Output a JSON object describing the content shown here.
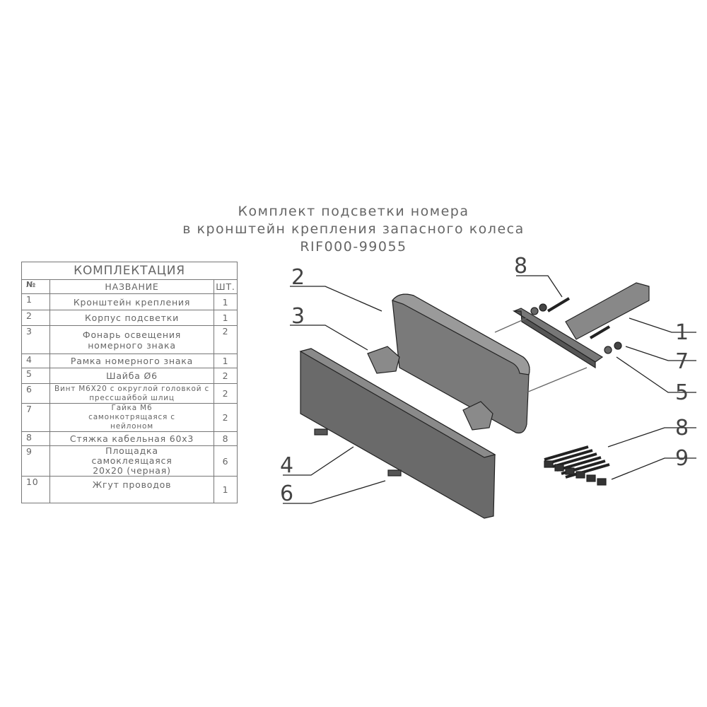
{
  "title": {
    "line1": "Комплект подсветки номера",
    "line2": "в кронштейн крепления запасного колеса",
    "code": "RIF000-99055"
  },
  "table": {
    "caption": "КОМПЛЕКТАЦИЯ",
    "headers": {
      "num": "№",
      "name": "НАЗВАНИЕ",
      "qty": "ШТ."
    },
    "rows": [
      {
        "num": "1",
        "name": "Кронштейн крепления",
        "qty": "1"
      },
      {
        "num": "2",
        "name": "Корпус подсветки",
        "qty": "1"
      },
      {
        "num": "3",
        "name": "Фонарь освещения номерного знака",
        "qty": "2"
      },
      {
        "num": "4",
        "name": "Рамка номерного знака",
        "qty": "1"
      },
      {
        "num": "5",
        "name": "Шайба Ø6",
        "qty": "2"
      },
      {
        "num": "6",
        "name": "Винт М6Х20 с округлой головкой с прессшайбой шлиц",
        "qty": "2"
      },
      {
        "num": "7",
        "name": "Гайка М6 самонкотрящаяся с нейлоном",
        "qty": "2"
      },
      {
        "num": "8",
        "name": "Стяжка кабельная 60х3",
        "qty": "8"
      },
      {
        "num": "9",
        "name": "Площадка самоклеящаяся 20х20 (черная)",
        "qty": "6"
      },
      {
        "num": "10",
        "name": "Жгут проводов",
        "qty": "1"
      }
    ]
  },
  "callouts": [
    "1",
    "2",
    "3",
    "4",
    "5",
    "6",
    "7",
    "8",
    "8",
    "9"
  ]
}
